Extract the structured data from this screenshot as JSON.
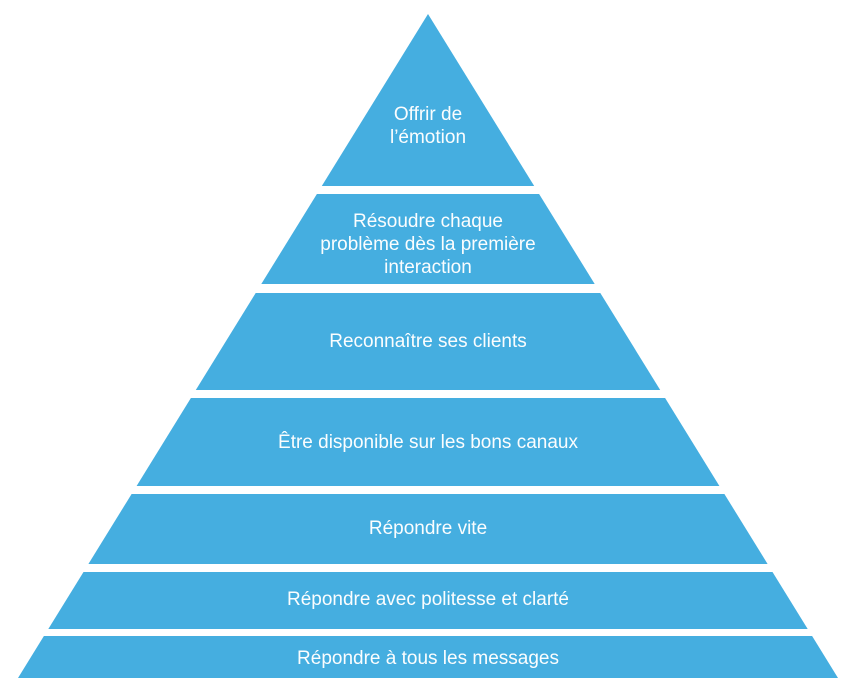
{
  "colors": {
    "fill": "#45AEE0",
    "gap": "#FFFFFF",
    "text": "#FBFDFE"
  },
  "pyramid": {
    "type": "pyramid-diagram",
    "level_count": 7,
    "levels": [
      {
        "label": "Offrir de l’émotion",
        "lines": [
          "Offrir de",
          "l’émotion"
        ]
      },
      {
        "label": "Résoudre chaque problème dès la première interaction",
        "lines": [
          "Résoudre chaque",
          "problème dès la première",
          "interaction"
        ]
      },
      {
        "label": "Reconnaître ses clients",
        "lines": [
          "Reconnaître ses clients"
        ]
      },
      {
        "label": "Être disponible sur les bons canaux",
        "lines": [
          "Être disponible sur les bons canaux"
        ]
      },
      {
        "label": "Répondre vite",
        "lines": [
          "Répondre vite"
        ]
      },
      {
        "label": "Répondre avec politesse et clarté",
        "lines": [
          "Répondre avec politesse et clarté"
        ]
      },
      {
        "label": "Répondre à tous les messages",
        "lines": [
          "Répondre à tous les messages"
        ]
      }
    ]
  }
}
